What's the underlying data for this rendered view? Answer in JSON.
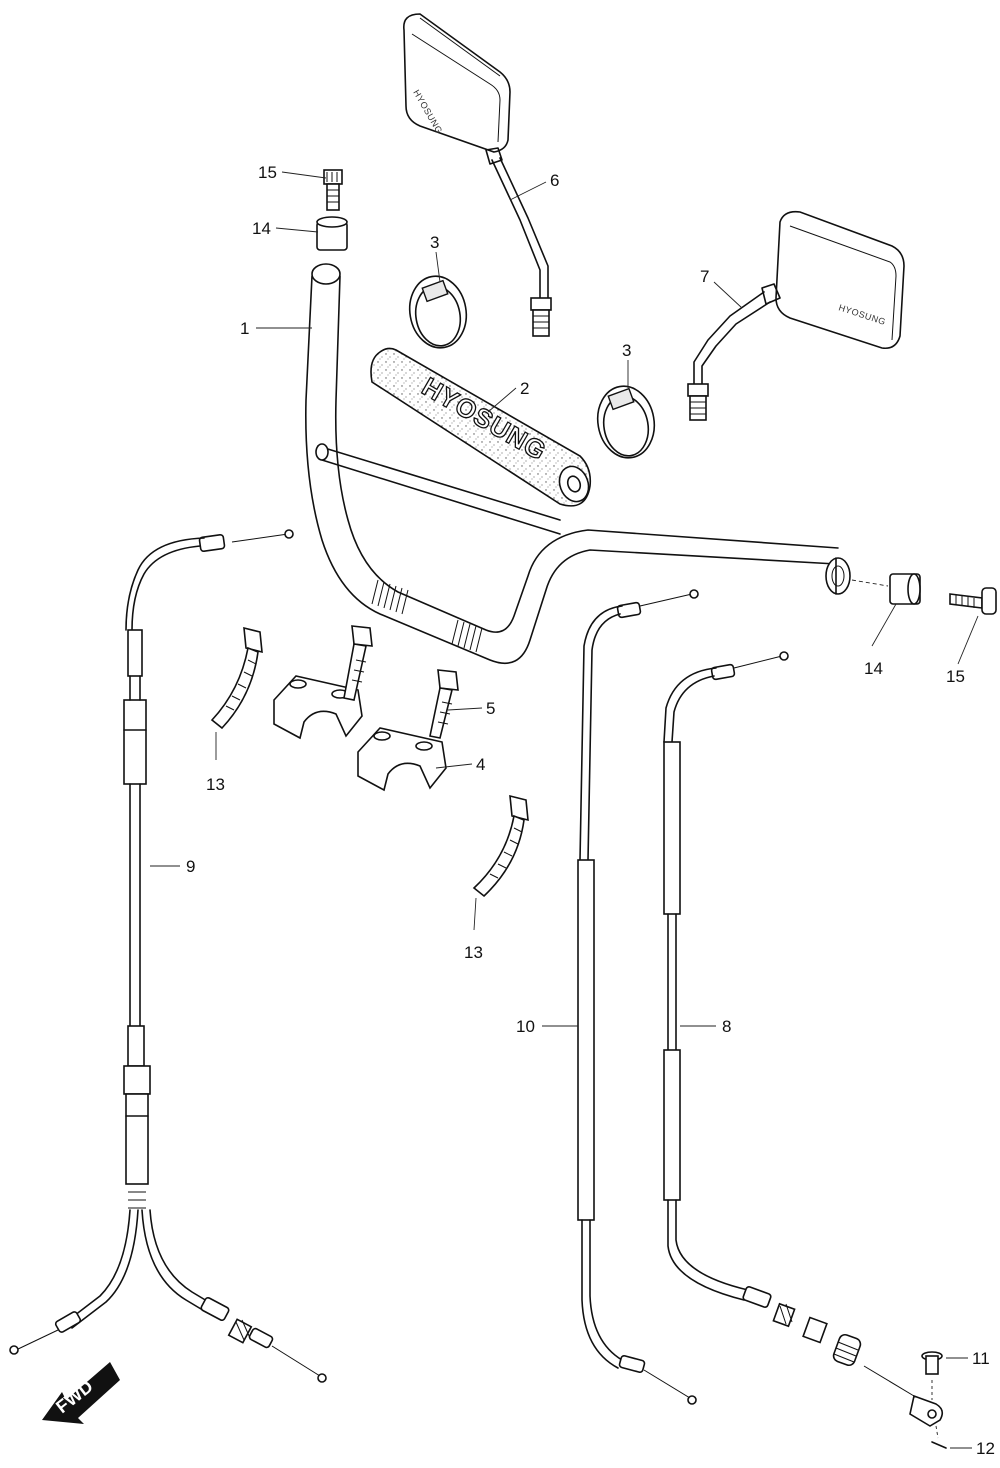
{
  "diagram": {
    "brand_text": "HYOSUNG",
    "direction_label": "FWD",
    "callouts": [
      "1",
      "2",
      "3",
      "3",
      "4",
      "5",
      "6",
      "7",
      "8",
      "9",
      "10",
      "11",
      "12",
      "13",
      "13",
      "14",
      "14",
      "15",
      "15"
    ]
  }
}
